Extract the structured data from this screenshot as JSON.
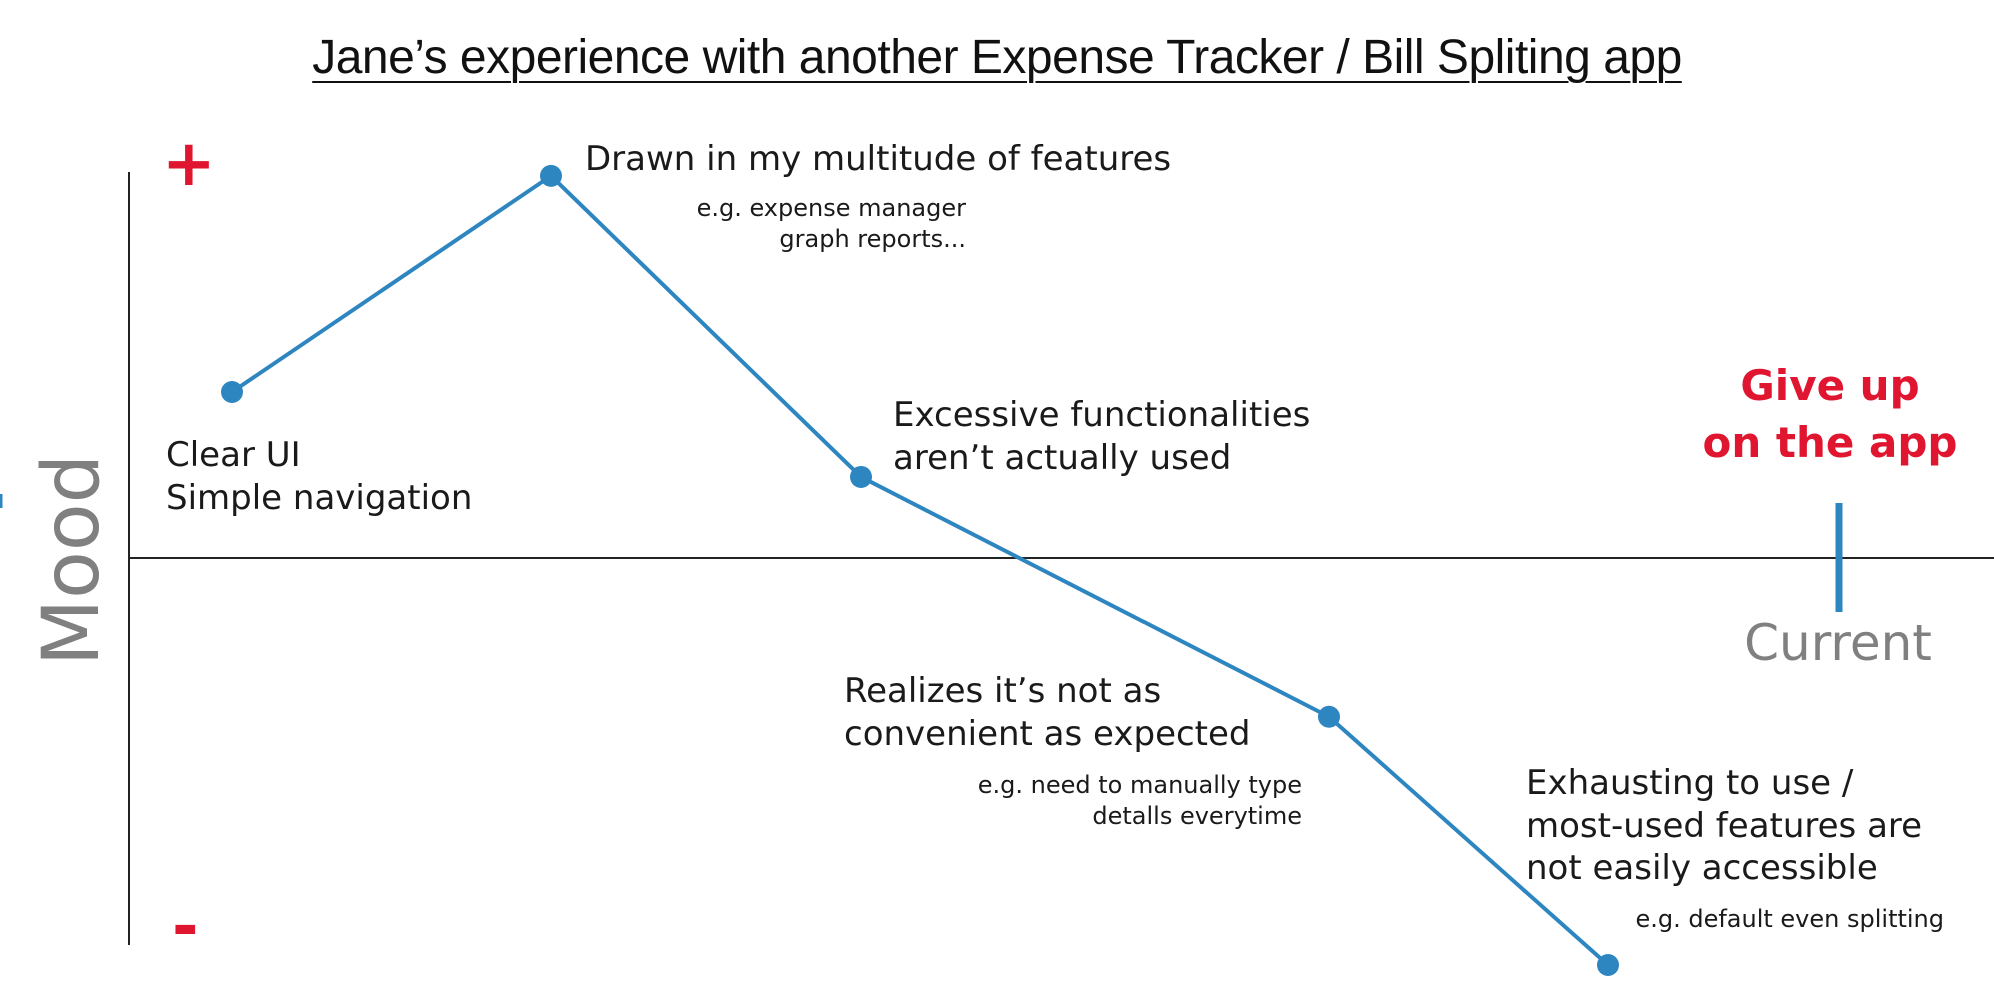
{
  "chart_data": {
    "type": "line",
    "title": "Jane’s experience with another Expense Tracker / Bill Spliting app",
    "ylabel": "Mood",
    "y_positive_marker": "+",
    "y_negative_marker": "-",
    "ylim": [
      -1,
      1
    ],
    "grid": false,
    "series": [
      {
        "color": "#2e86c1",
        "points": [
          {
            "x": 1,
            "y": 0.43,
            "label": [
              "Clear UI",
              "Simple navigation"
            ],
            "note": []
          },
          {
            "x": 2,
            "y": 0.99,
            "label": [
              "Drawn in my multitude of features"
            ],
            "note": [
              "e.g. expense manager",
              "graph reports..."
            ]
          },
          {
            "x": 3,
            "y": 0.21,
            "label": [
              "Excessive functionalities",
              "aren’t actually used"
            ],
            "note": []
          },
          {
            "x": 4,
            "y": -0.39,
            "label": [
              "Realizes it’s not as",
              "convenient as expected"
            ],
            "note": [
              "e.g. need to manually type",
              "detalls everytime"
            ]
          },
          {
            "x": 5,
            "y": -1.0,
            "label": [
              "Exhausting to use /",
              "most-used features are",
              "not easily accessible"
            ],
            "note": [
              "e.g. default even splitting"
            ]
          }
        ]
      }
    ],
    "annotations": {
      "end_state": [
        "Give up",
        "on the app"
      ],
      "current_marker": "Current"
    }
  },
  "colors": {
    "line": "#2e86c1",
    "accent_red": "#e0152f",
    "axis": "#222222",
    "muted_gray": "#808080"
  }
}
